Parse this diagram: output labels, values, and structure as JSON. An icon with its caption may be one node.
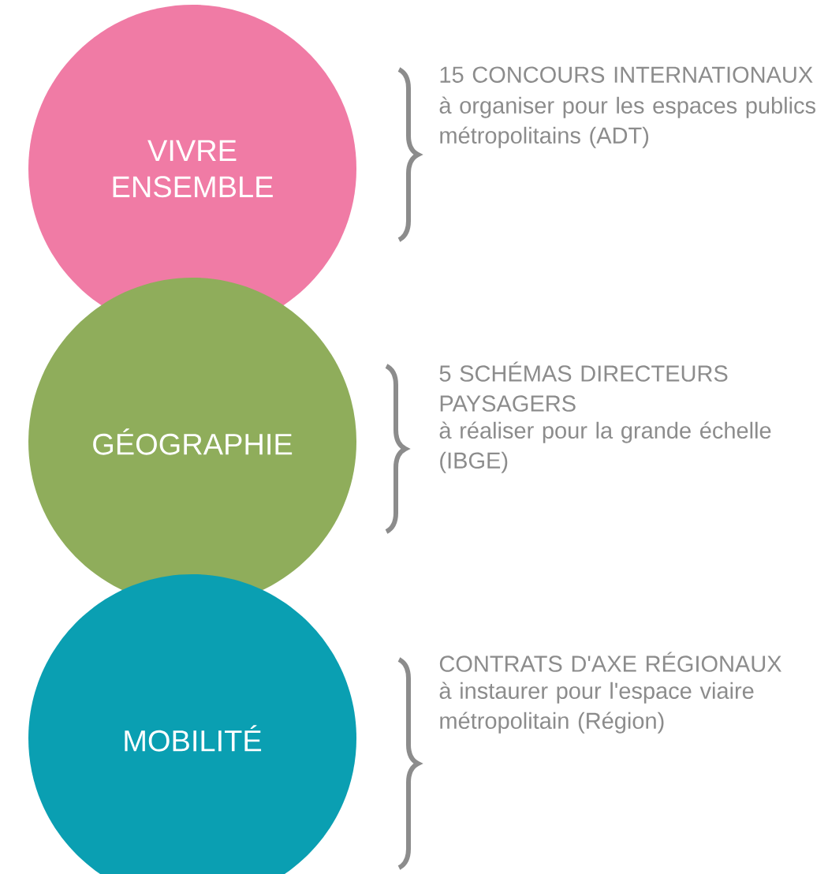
{
  "diagram": {
    "nodes": [
      {
        "text": [
          "VIVRE ENSEMBLE"
        ],
        "beside": [
          "15 CONCOURS INTERNATIONAUX",
          "à organiser pour les espaces publics métropolitains (ADT)"
        ]
      },
      {
        "text": [
          "GÉOGRAPHIE"
        ],
        "beside": [
          "5 SCHÉMAS DIRECTEURS PAYSAGERS",
          "à réaliser pour la grande échelle (IBGE)"
        ]
      },
      {
        "text": [
          "MOBILITÉ"
        ],
        "beside": [
          "CONTRATS D'AXE RÉGIONAUX",
          "à instaurer pour l'espace viaire métropolitain (Région)"
        ]
      }
    ]
  }
}
